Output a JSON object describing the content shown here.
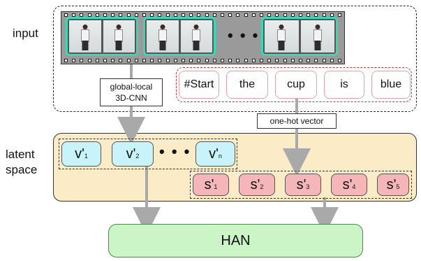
{
  "labels": {
    "input": "input",
    "latent": [
      "latent",
      "space"
    ]
  },
  "video": {
    "ellipsis": "• • •"
  },
  "words": [
    "#Start",
    "the",
    "cup",
    "is",
    "blue"
  ],
  "notes": {
    "cnn": [
      "global-local",
      "3D-CNN"
    ],
    "onehot": "one-hot vector"
  },
  "latent": {
    "v": [
      {
        "base": "v'",
        "sub": "1"
      },
      {
        "base": "v'",
        "sub": "2"
      },
      {
        "base": "v'",
        "sub": "n"
      }
    ],
    "v_ellipsis": "• • •",
    "s": [
      {
        "base": "s'",
        "sub": "1"
      },
      {
        "base": "s'",
        "sub": "2"
      },
      {
        "base": "s'",
        "sub": "3"
      },
      {
        "base": "s'",
        "sub": "4"
      },
      {
        "base": "s'",
        "sub": "5"
      }
    ]
  },
  "han": "HAN",
  "colors": {
    "frame_border": "#3dd6b6",
    "latent_bg": "#fcebc7",
    "v_bg": "#c8f3fb",
    "s_bg": "#f5b6b9",
    "han_bg": "#cbf5c7",
    "arrow": "#a9a9a9"
  }
}
